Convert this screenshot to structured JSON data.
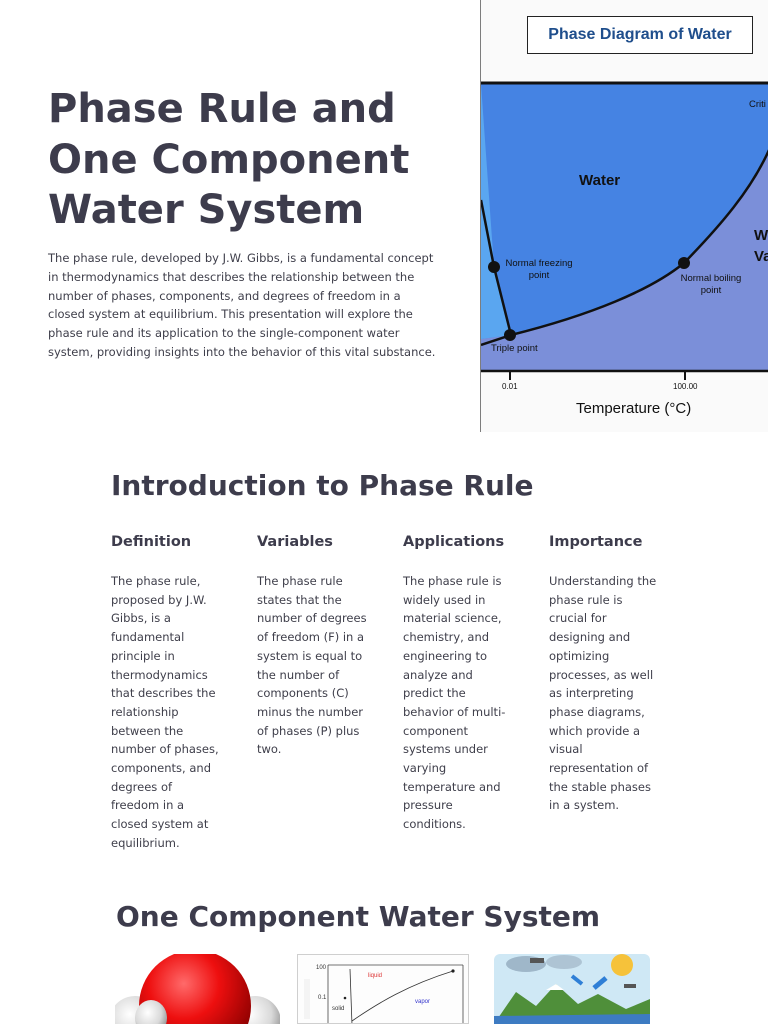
{
  "hero": {
    "title": "Phase Rule and One Component Water System",
    "description": "The phase rule, developed by J.W. Gibbs, is a fundamental concept in thermodynamics that describes the relationship between the number of phases, components, and degrees of freedom in a closed system at equilibrium. This presentation will explore the phase rule and its application to the single-component water system, providing insights into the behavior of this vital substance."
  },
  "diagram": {
    "title": "Phase Diagram of Water",
    "critical_label": "Criti",
    "water_label": "Water",
    "vapor_label_1": "W",
    "vapor_label_2": "Va",
    "freezing_label_1": "Normal freezing",
    "freezing_label_2": "point",
    "boiling_label_1": "Normal boiling",
    "boiling_label_2": "point",
    "triple_label": "Triple point",
    "tick_1": "0.01",
    "tick_2": "100.00",
    "x_axis_label": "Temperature (°C)",
    "colors": {
      "liquid": "#4583e3",
      "vapor": "#7b8fd9",
      "solid": "#5aa6f0"
    }
  },
  "intro": {
    "heading": "Introduction to Phase Rule",
    "columns": [
      {
        "title": "Definition",
        "text": "The phase rule, proposed by J.W. Gibbs, is a fundamental principle in thermodynamics that describes the relationship between the number of phases, components, and degrees of freedom in a closed system at equilibrium."
      },
      {
        "title": "Variables",
        "text": "The phase rule states that the number of degrees of freedom (F) in a system is equal to the number of components (C) minus the number of phases (P) plus two."
      },
      {
        "title": "Applications",
        "text": "The phase rule is widely used in material science, chemistry, and engineering to analyze and predict the behavior of multi-component systems under varying temperature and pressure conditions."
      },
      {
        "title": "Importance",
        "text": "Understanding the phase rule is crucial for designing and optimizing processes, as well as interpreting phase diagrams, which provide a visual representation of the stable phases in a system."
      }
    ]
  },
  "water_section": {
    "heading": "One Component Water System",
    "plot_thumb": {
      "tick_top": "100",
      "tick_mid": "0.1",
      "liquid": "liquid",
      "solid": "solid",
      "vapor": "vapor"
    }
  }
}
